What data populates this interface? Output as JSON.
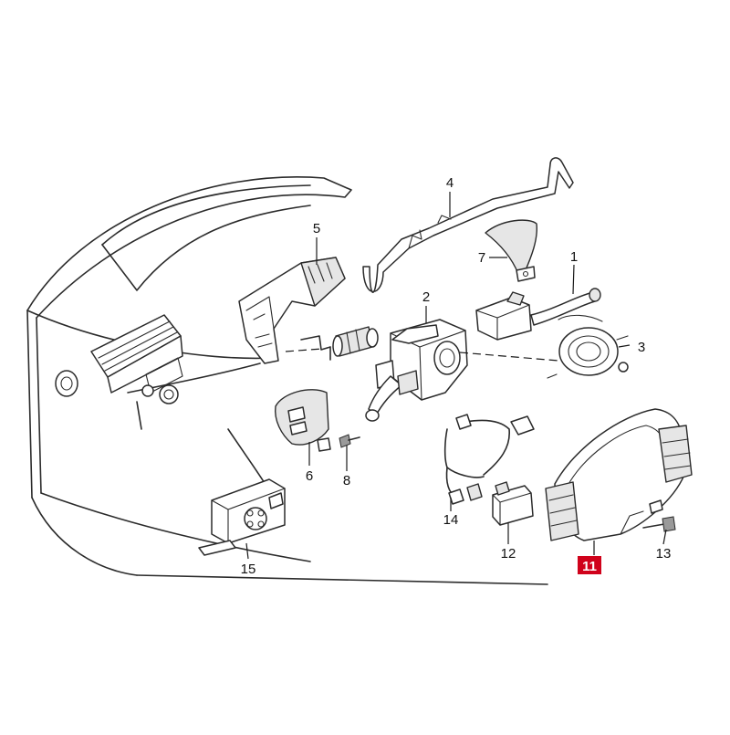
{
  "diagram": {
    "highlight_color": "#d0021b",
    "line_color": "#2b2b2b",
    "callouts": [
      {
        "id": "1",
        "label": "1"
      },
      {
        "id": "2",
        "label": "2"
      },
      {
        "id": "3",
        "label": "3"
      },
      {
        "id": "4",
        "label": "4"
      },
      {
        "id": "5",
        "label": "5"
      },
      {
        "id": "6",
        "label": "6"
      },
      {
        "id": "7",
        "label": "7"
      },
      {
        "id": "8",
        "label": "8"
      },
      {
        "id": "11",
        "label": "11",
        "highlighted": true
      },
      {
        "id": "12",
        "label": "12"
      },
      {
        "id": "13",
        "label": "13"
      },
      {
        "id": "14",
        "label": "14"
      },
      {
        "id": "15",
        "label": "15"
      }
    ]
  }
}
